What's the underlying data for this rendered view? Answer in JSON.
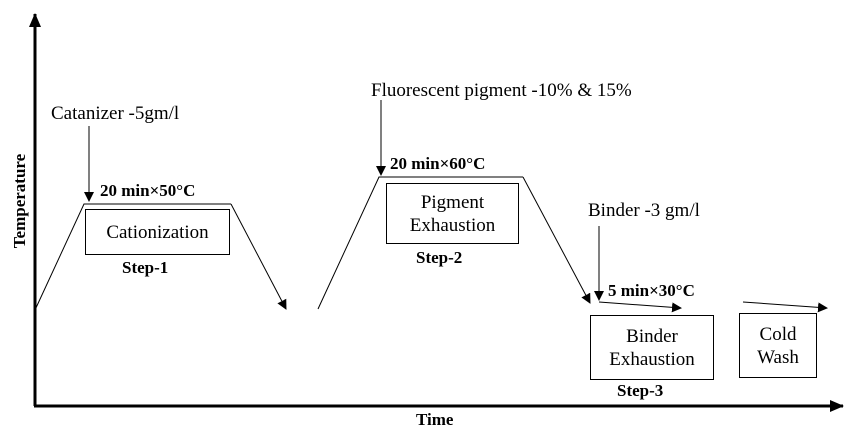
{
  "axes": {
    "y_label": "Temperature",
    "x_label": "Time"
  },
  "steps": [
    {
      "additive": "Catanizer -5gm/l",
      "condition": "20 min×50°C",
      "process_lines": [
        "Cationization"
      ],
      "step_label": "Step-1"
    },
    {
      "additive": "Fluorescent pigment -10% & 15%",
      "condition": "20 min×60°C",
      "process_lines": [
        "Pigment",
        "Exhaustion"
      ],
      "step_label": "Step-2"
    },
    {
      "additive": "Binder -3 gm/l",
      "condition": "5 min×30°C",
      "process_lines": [
        "Binder",
        "Exhaustion"
      ],
      "step_label": "Step-3"
    }
  ],
  "final": {
    "process_lines": [
      "Cold",
      "Wash"
    ]
  }
}
